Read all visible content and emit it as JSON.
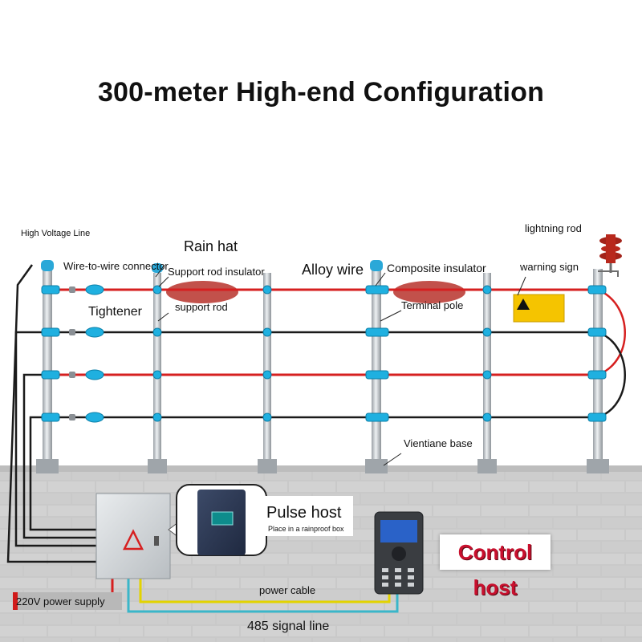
{
  "title": "300-meter High-end Configuration",
  "labels": {
    "high_voltage_line": "High Voltage Line",
    "rain_hat": "Rain hat",
    "wire_to_wire_connector": "Wire-to-wire connector",
    "support_rod_insulator": "Support rod insulator",
    "alloy_wire": "Alloy wire",
    "composite_insulator": "Composite insulator",
    "warning_sign": "warning sign",
    "lightning_rod": "lightning rod",
    "tightener": "Tightener",
    "support_rod": "support rod",
    "terminal_pole": "Terminal pole",
    "vientiane_base": "Vientiane base",
    "pulse_host": "Pulse host",
    "rainproof_box": "Place in a rainproof box",
    "control_host": "Control host",
    "power_cable": "power cable",
    "signal_line": "485 signal line",
    "power_supply": "220V power supply"
  },
  "colors": {
    "live_wire": "#d62020",
    "return_wire": "#1a1a1a",
    "insulator": "#1fb0e0",
    "power_cable": "#e3d300",
    "signal_line": "#3ab6c9",
    "control_host_text": "#c8102e",
    "warning_sign": "#f5c400"
  },
  "icons": [
    "lightning-rod-icon"
  ]
}
